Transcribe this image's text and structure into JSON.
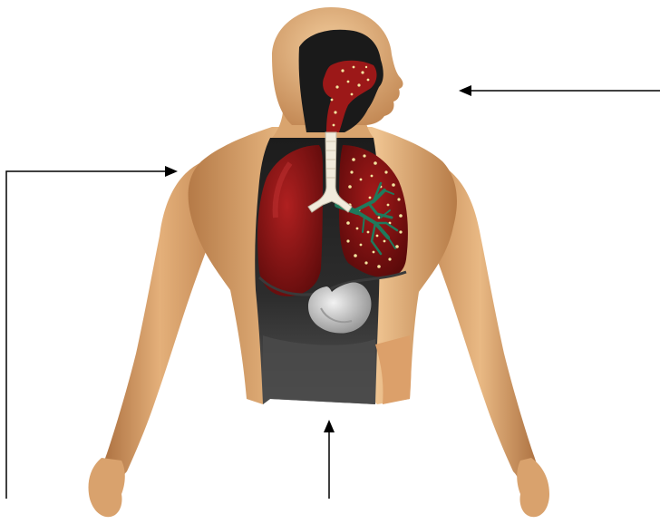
{
  "figure": {
    "subject": "human-torso-respiratory-system",
    "colors": {
      "background": "#ffffff",
      "skin": "#e2b07c",
      "skin_shadow": "#b97a48",
      "skin_highlight": "#f4d2a6",
      "cavity": "#222222",
      "cavity_lower": "#4a4a4a",
      "lung": "#8e1414",
      "lung_dark": "#5a0a0a",
      "lung_highlight": "#b52222",
      "trachea": "#f1ebdc",
      "bronchi_tree": "#1f7a5c",
      "alveoli_dots": "#f3e6a0",
      "stomach": "#d9d9d9",
      "arrow": "#000000"
    },
    "pointers": [
      {
        "id": "head-pointer",
        "direction": "left"
      },
      {
        "id": "shoulder-pointer",
        "direction": "right"
      },
      {
        "id": "abdomen-pointer",
        "direction": "up"
      }
    ]
  }
}
